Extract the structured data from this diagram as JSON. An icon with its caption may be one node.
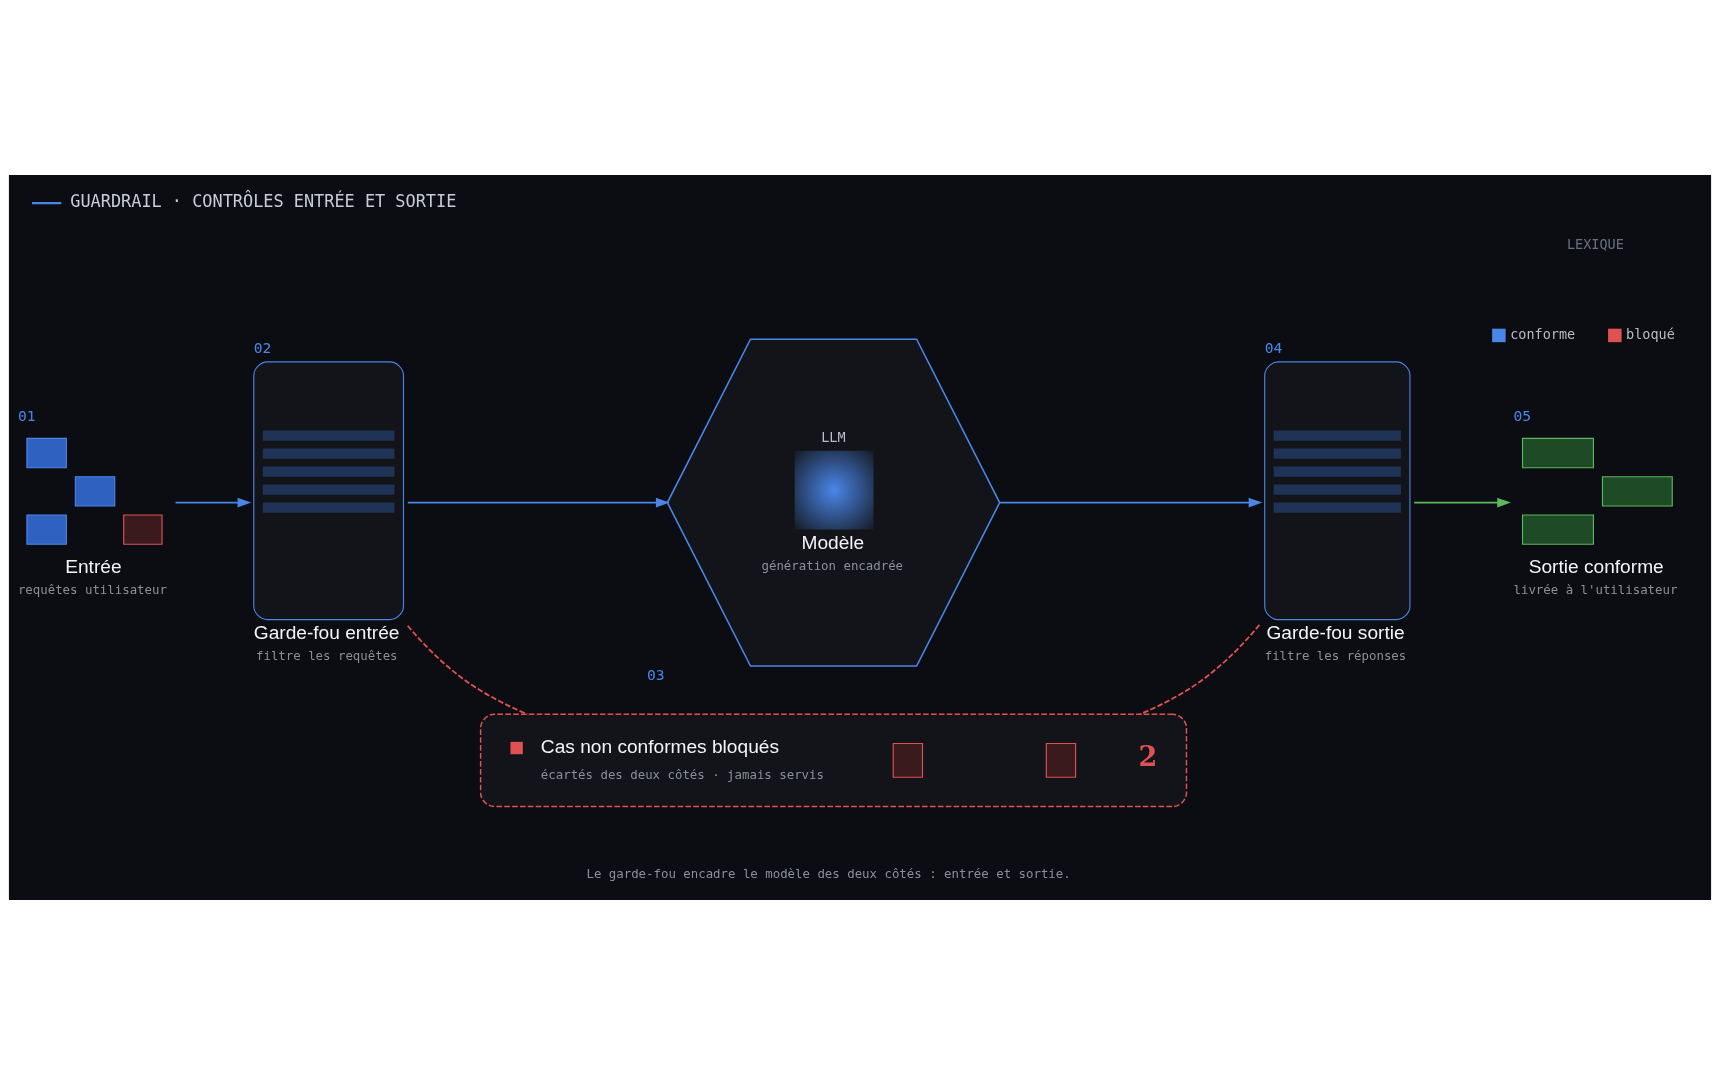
{
  "diagram": {
    "title": "GUARDRAIL · CONTRÔLES ENTRÉE ET SORTIE",
    "caption": "Le garde-fou encadre le modèle des deux côtés : entrée et sortie.",
    "nodes": [
      {
        "text": [
          "Entrée",
          "requêtes utilisateur"
        ],
        "beside": [
          "01"
        ]
      },
      {
        "text": [
          "Garde-fou entrée",
          "filtre les requêtes"
        ],
        "beside": [
          "02"
        ]
      },
      {
        "text": [
          "LLM",
          "Modèle",
          "génération encadrée"
        ],
        "beside": [
          "03"
        ]
      },
      {
        "text": [
          "Garde-fou sortie",
          "filtre les réponses"
        ],
        "beside": [
          "04"
        ]
      },
      {
        "text": [
          "Sortie conforme",
          "livrée à l'utilisateur"
        ],
        "beside": [
          "05"
        ]
      },
      {
        "text": [
          "Cas non conformes bloqués",
          "écartés des deux côtés · jamais servis",
          "2"
        ]
      }
    ],
    "edges": [
      {
        "from": 0,
        "to": 1,
        "arrow": "to"
      },
      {
        "from": 1,
        "to": 2,
        "arrow": "to"
      },
      {
        "from": 2,
        "to": 3,
        "arrow": "to"
      },
      {
        "from": 3,
        "to": 4,
        "arrow": "to",
        "color": "#5cb85c"
      },
      {
        "from": 1,
        "to": 5,
        "arrow": "none",
        "style": "dashed",
        "color": "#e05252"
      },
      {
        "from": 3,
        "to": 5,
        "arrow": "none",
        "style": "dashed",
        "color": "#e05252"
      }
    ],
    "labels": [
      "LEXIQUE"
    ],
    "legend": [
      {
        "text": "conforme",
        "color": "#4a86e8"
      },
      {
        "text": "bloqué",
        "color": "#e05252"
      }
    ]
  }
}
